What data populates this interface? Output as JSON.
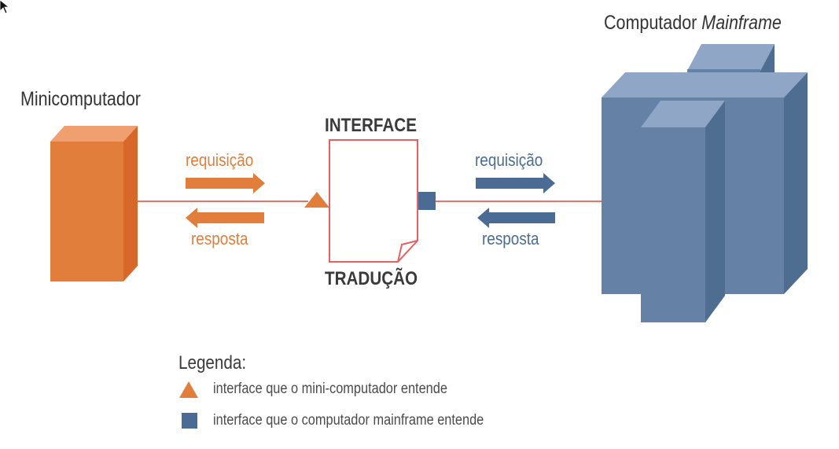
{
  "colors": {
    "orange": "#E17E3C",
    "blue": "#4A6C94",
    "line": "#E8736A"
  },
  "left": {
    "title": "Minicomputador",
    "request_label": "requisição",
    "response_label": "resposta"
  },
  "right": {
    "title_plain": "Computador",
    "title_italic": "Mainframe",
    "request_label": "requisição",
    "response_label": "resposta"
  },
  "center": {
    "top_label": "INTERFACE",
    "bottom_label": "TRADUÇÃO"
  },
  "legend": {
    "title": "Legenda:",
    "items": [
      {
        "icon": "orange-triangle-icon",
        "text": "interface que o mini-computador entende"
      },
      {
        "icon": "blue-square-icon",
        "text": "interface que o computador mainframe entende"
      }
    ]
  },
  "icons": {
    "cursor": "mouse-cursor-icon"
  }
}
